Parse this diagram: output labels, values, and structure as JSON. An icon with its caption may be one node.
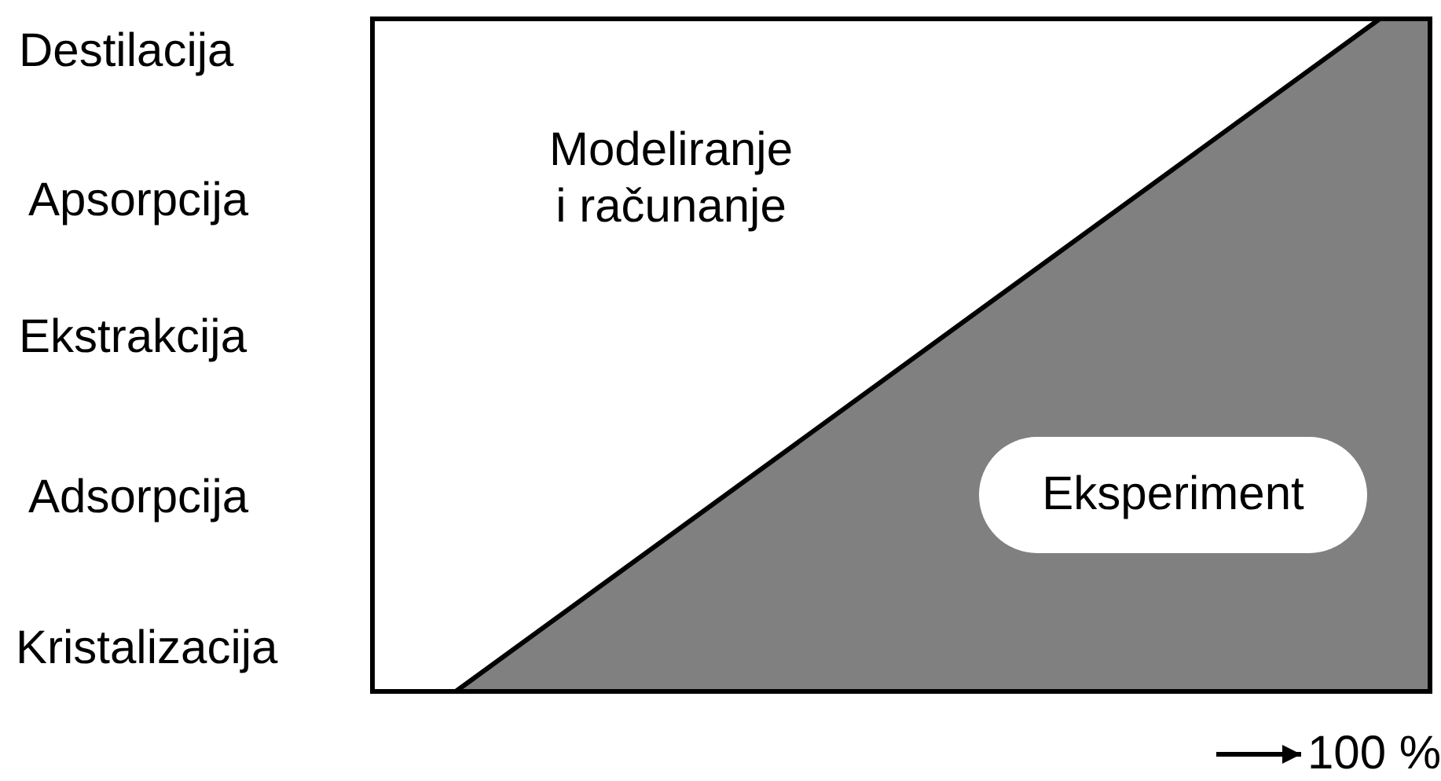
{
  "diagram": {
    "nodes": [
      {
        "text": [
          "Eksperiment"
        ]
      }
    ],
    "labels": [
      "Destilacija",
      "Apsorpcija",
      "Ekstrakcija",
      "Adsorpcija",
      "Kristalizacija",
      "Modeliranje i računanje",
      "100 %"
    ]
  }
}
